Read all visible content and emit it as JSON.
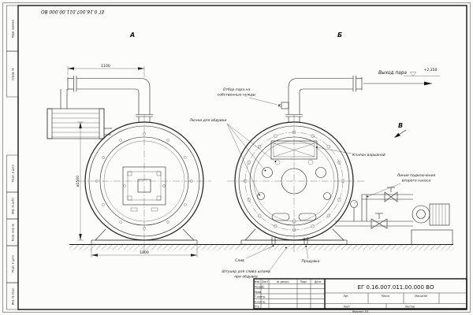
{
  "sheet": {
    "top_stamp": "ЕГ 0.16.007.011.00.000 ВО",
    "format_note": "Формат А3",
    "side_labels": [
      "Перв. примен.",
      "Справ. №",
      "Подп. и дата",
      "Инв. № дубл.",
      "Взам. инв. №",
      "Подп. и дата",
      "Инв. № подл."
    ]
  },
  "title_block": {
    "doc_number": "ЕГ 0.16.007.011.00.000  ВО",
    "header_cols": [
      "Изм.",
      "Лист",
      "№ докум.",
      "Подп.",
      "Дата"
    ],
    "row_labels": [
      "Разраб.",
      "Пров.",
      "Т.контр.",
      "Н.контр.",
      "Утв."
    ],
    "right_labels": [
      "Лит.",
      "Масса",
      "Масштаб"
    ],
    "sheet_label": "Лист",
    "sheets_label": "Листов"
  },
  "views": {
    "a_label": "А",
    "b_label": "Б",
    "v_label": "В"
  },
  "dimensions": {
    "pipe_run": "1100",
    "shell_diameter": "ø1500",
    "base_width": "1800",
    "elevation": "+2,350"
  },
  "annotations": {
    "steam_outlet": "Выход пара",
    "steam_tap_1": "Отбор пара на",
    "steam_tap_2": "собственные нужды",
    "hatches": "Лючки для обдувки",
    "explosion_valve": "Клапан взрывной",
    "pump_line_1": "Линия подключения",
    "pump_line_2": "второго насоса",
    "drain": "Слив",
    "blowdown": "Продувка",
    "sludge_1": "Штуцер для слива шлама",
    "sludge_2": "при обдувке"
  }
}
